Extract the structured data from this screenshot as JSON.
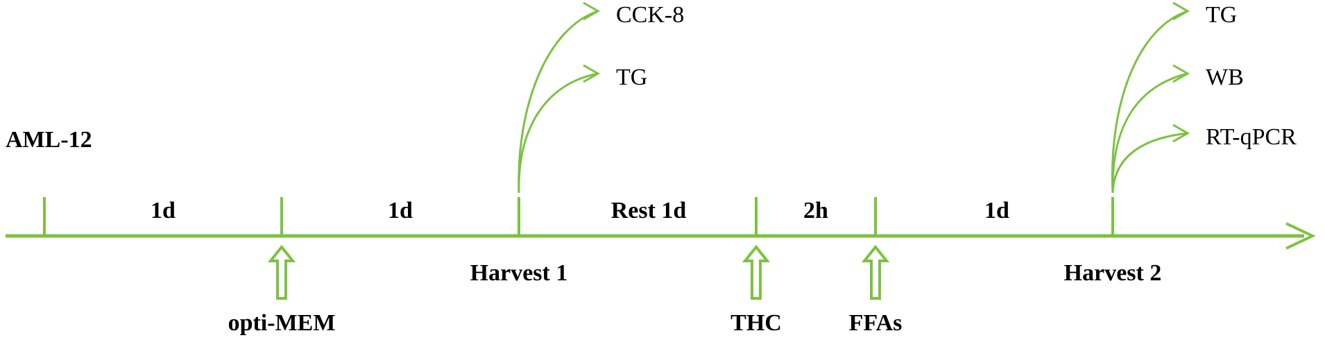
{
  "title": "AML-12",
  "colors": {
    "line": "#7dc142"
  },
  "intervals": [
    {
      "label": "1d"
    },
    {
      "label": "1d"
    },
    {
      "label": "Rest 1d"
    },
    {
      "label": "2h"
    },
    {
      "label": "1d"
    }
  ],
  "treatments": [
    {
      "label": "opti-MEM"
    },
    {
      "label": "THC"
    },
    {
      "label": "FFAs"
    }
  ],
  "harvests": [
    {
      "label": "Harvest 1",
      "assays": [
        "CCK-8",
        "TG"
      ]
    },
    {
      "label": "Harvest 2",
      "assays": [
        "TG",
        "WB",
        "RT-qPCR"
      ]
    }
  ]
}
